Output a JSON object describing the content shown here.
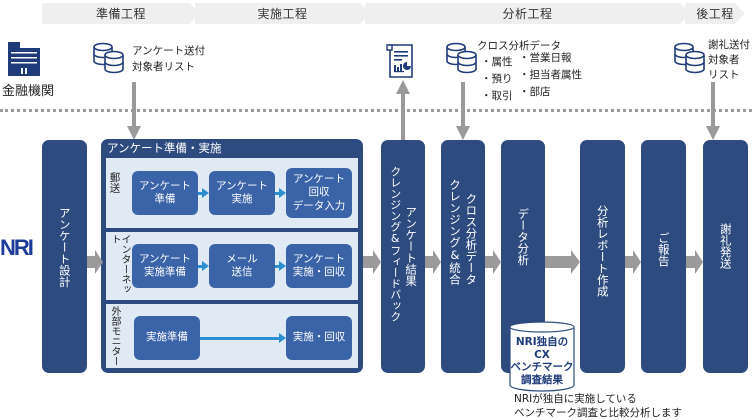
{
  "phases": [
    {
      "label": "準備工程"
    },
    {
      "label": "実施工程"
    },
    {
      "label": "分析工程"
    },
    {
      "label": "後工程"
    }
  ],
  "left": {
    "financial_institution_label": "金融機関",
    "nri_logo": "NRI"
  },
  "inputs": {
    "survey_list": {
      "lines": [
        "アンケート送付",
        "対象者リスト"
      ],
      "icon": "database-icon"
    },
    "cross_data": {
      "title": "クロス分析データ",
      "col1": [
        "・属性",
        "・預り",
        "・取引"
      ],
      "col2": [
        "・営業日報",
        "・担当者属性",
        "・部店"
      ],
      "icon": "database-icon"
    },
    "thanks_list": {
      "lines": [
        "謝礼送付",
        "対象者",
        "リスト"
      ],
      "icon": "database-icon"
    },
    "report_icon": "report-document-icon"
  },
  "columns": {
    "survey_design": "アンケート設計",
    "cleansing_line1": "アンケート結果",
    "cleansing_line2": "クレンジング&フィードバック",
    "cross_line1": "クロス分析データ",
    "cross_line2": "クレンジング&統合",
    "data_analysis": "データ分析",
    "report_creation": "分析レポート作成",
    "reporting": "ご報告",
    "thanks_sending": "謝礼発送"
  },
  "group": {
    "title": "アンケート準備・実施",
    "lanes": [
      {
        "label": "郵送",
        "steps": [
          "アンケート\n準備",
          "アンケート\n実施",
          "アンケート\n回収\nデータ入力"
        ]
      },
      {
        "label": "インターネット",
        "steps": [
          "アンケート\n実施準備",
          "メール\n送信",
          "アンケート\n実施・回収"
        ]
      },
      {
        "label": "外部モニター",
        "steps": [
          "実施準備",
          "実施・回収"
        ]
      }
    ]
  },
  "benchmark": {
    "cylinder_text": [
      "NRI独自の",
      "CX",
      "ベンチマーク",
      "調査結果"
    ],
    "caption": [
      "NRIが独自に実施している",
      "ベンチマーク調査と比較分析します"
    ]
  },
  "colors": {
    "navy": "#2d4b7f",
    "step_blue": "#3a63a8",
    "lane_bg": "#dfeaf5",
    "arrow_gray": "#9a9a9a",
    "arrow_blue": "#2e8fd0",
    "phase_bg": "#efefef"
  }
}
